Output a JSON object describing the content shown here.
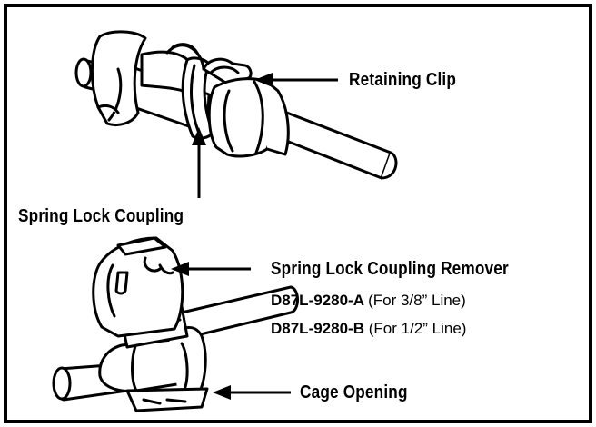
{
  "labels": {
    "retaining_clip": "Retaining Clip",
    "spring_lock_coupling": "Spring Lock Coupling",
    "remover": "Spring Lock Coupling Remover",
    "part_a_code": "D87L-9280-A",
    "part_a_note": "(For 3/8” Line)",
    "part_b_code": "D87L-9280-B",
    "part_b_note": "(For 1/2” Line)",
    "cage_opening": "Cage Opening"
  },
  "colors": {
    "ink": "#000000",
    "background": "#ffffff"
  }
}
